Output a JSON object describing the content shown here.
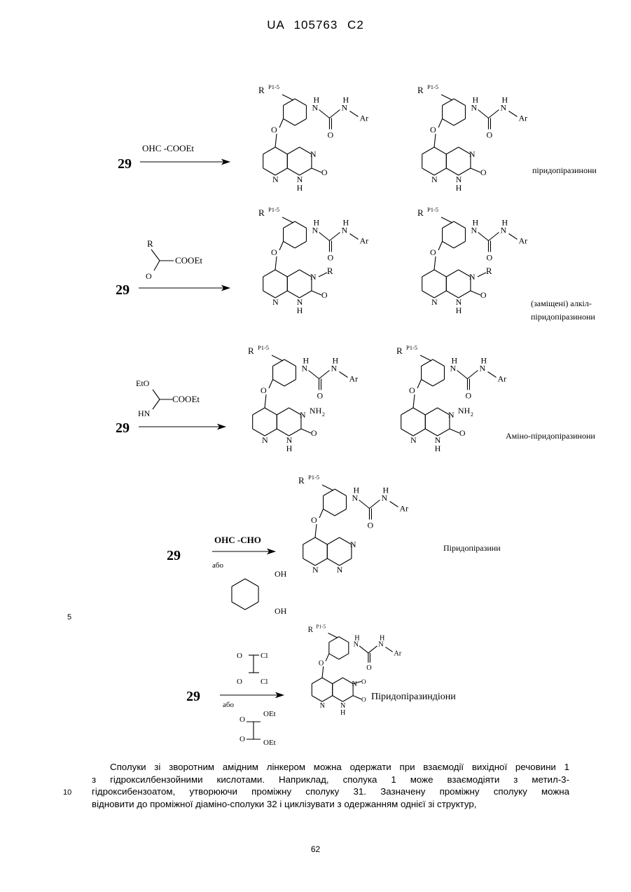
{
  "header": {
    "patent_number": "UA   105763   C2"
  },
  "scheme": {
    "compound_number": "29",
    "reagents": {
      "r1": "OHC  -COOEt",
      "r2_r": "R",
      "r2_o": "O",
      "r2_ester": "COOEt",
      "r3_eto": "EtO",
      "r3_hn": "HN",
      "r3_ester": "COOEt",
      "r4": "OHC  -CHO",
      "r5_cl1": "Cl",
      "r5_cl2": "Cl",
      "r5_o1": "O",
      "r5_o2": "O",
      "r5_oet1": "OEt",
      "r5_oet2": "OEt",
      "or_label": "або",
      "oh1": "OH",
      "oh2": "OH"
    },
    "atoms": {
      "R": "R",
      "p": "P1-5",
      "N": "N",
      "H": "H",
      "O": "O",
      "Ar": "Ar",
      "NH2": "NH",
      "sub2": "2"
    },
    "product_labels": {
      "row1": "піридопіразинони",
      "row2_line1": "(заміщені) алкіл-",
      "row2_line2": "піридопіразинони",
      "row3": "Аміно-піридопіразинони",
      "row4": "Піридопіразини",
      "row5": "Піридопіразиндіони"
    }
  },
  "line_numbers": {
    "n5": "5",
    "n10": "10"
  },
  "paragraph": {
    "lines": [
      "Сполуки зі зворотним амідним лінкером можна одержати при взаємодії вихідної речовини 1",
      "з гідроксилбензойними кислотами. Наприклад, сполука 1 може взаємодіяти з метил-3-",
      "гідроксибензоатом, утворюючи проміжну сполуку 31. Зазначену проміжну сполуку можна",
      "відновити до проміжної діаміно-сполуки 32 і циклізувати з одержанням однієї зі структур,"
    ]
  },
  "footer": {
    "page_number": "62"
  }
}
